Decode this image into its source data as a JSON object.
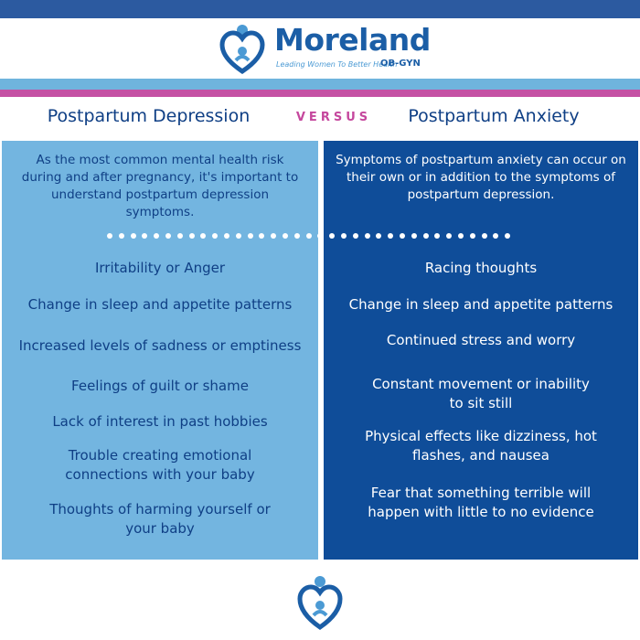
{
  "brand": {
    "name": "Moreland",
    "tagline": "Leading Women To Better Health",
    "subname": "OB-GYN",
    "colors": {
      "navy": "#0f4d99",
      "light_blue": "#73b5e0",
      "pink": "#c551a4",
      "logo_blue": "#1b5ea6"
    }
  },
  "header": {
    "left_title": "Postpartum Depression",
    "versus": "VERSUS",
    "right_title": "Postpartum Anxiety"
  },
  "left": {
    "intro": "As the most common mental health risk during and after pregnancy, it's important to understand postpartum depression symptoms.",
    "items": [
      "Irritability or Anger",
      "Change in sleep and appetite patterns",
      "Increased levels of sadness or emptiness",
      "Feelings of guilt or shame",
      "Lack of interest in past hobbies",
      "Trouble creating emotional connections with your baby",
      "Thoughts of harming yourself or your baby"
    ]
  },
  "right": {
    "intro": "Symptoms of postpartum anxiety can occur on their own or in addition to the symptoms of postpartum depression.",
    "items": [
      "Racing thoughts",
      "Change in sleep and appetite patterns",
      "Continued stress and worry",
      "Constant movement or inability to sit still",
      "Physical effects like dizziness, hot flashes, and nausea",
      "Fear that something terrible will happen with little to no evidence"
    ]
  },
  "icons": {
    "logo": "heart-person-icon",
    "footer": "heart-person-icon"
  }
}
